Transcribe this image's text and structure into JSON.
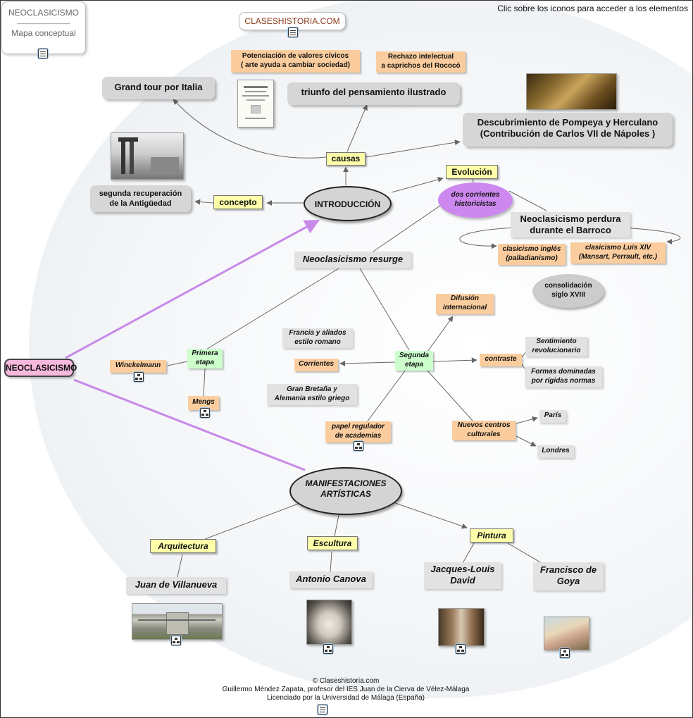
{
  "header": {
    "title_box": {
      "title": "NEOCLASICISMO",
      "divider": "_______________",
      "subtitle": "Mapa conceptual"
    },
    "site_label": "CLASESHISTORIA.COM",
    "instruction": "Clic sobre los iconos para acceder a los elementos"
  },
  "nodes": {
    "neoclasicismo": "NEOCLASICISMO",
    "introduccion": "INTRODUCCIÓN",
    "causas": "causas",
    "concepto": "concepto",
    "grand_tour": "Grand tour por Italia",
    "triunfo": "triunfo del pensamiento ilustrado",
    "pompeya_1": "Descubrimiento de Pompeya y Herculano",
    "pompeya_2": "(Contribución de Carlos VII de Nápoles )",
    "potenciacion_1": "Potenciación de valores cívicos",
    "potenciacion_2": "( arte  ayuda a cambiar sociedad)",
    "rechazo_1": "Rechazo intelectual",
    "rechazo_2": "a caprichos del Rococó",
    "segunda_recup_1": "segunda recuperación",
    "segunda_recup_2": "de la Antigüedad",
    "evolucion": "Evolución",
    "dos_corrientes_1": "dos corrientes",
    "dos_corrientes_2": "historicistas",
    "perdura_1": "Neoclasicismo perdura",
    "perdura_2": "durante el Barroco",
    "clasicismo_ingles_1": "clasicismo inglés",
    "clasicismo_ingles_2": "(palladianismo)",
    "clasicismo_luis_1": "clasicismo Luis XIV",
    "clasicismo_luis_2": "(Mansart, Perrault, etc.)",
    "consolidacion_1": "consolidación",
    "consolidacion_2": "siglo XVIII",
    "resurge": "Neoclasicismo resurge",
    "primera_1": "Primera",
    "primera_2": "etapa",
    "winckelmann": "Winckelmann",
    "mengs": "Mengs",
    "segunda_1": "Segunda",
    "segunda_2": "etapa",
    "difusion_1": "Difusión",
    "difusion_2": "internacional",
    "francia_1": "Francia y aliados",
    "francia_2": "estilo romano",
    "corrientes": "Corrientes",
    "gran_bretana_1": "Gran Bretaña y",
    "gran_bretana_2": "Alemania estilo griego",
    "contraste": "contraste",
    "sentimiento_1": "Sentimiento",
    "sentimiento_2": "revolucionario",
    "formas_1": "Formas dominadas",
    "formas_2": "por rígidas normas",
    "papel_1": "papel regulador",
    "papel_2": "de academias",
    "nuevos_1": "Nuevos centros",
    "nuevos_2": "culturales",
    "paris": "París",
    "londres": "Londres",
    "manifestaciones_1": "MANIFESTACIONES",
    "manifestaciones_2": "ARTÍSTICAS",
    "arquitectura": "Arquitectura",
    "escultura": "Escultura",
    "pintura": "Pintura",
    "villanueva": "Juan de Villanueva",
    "canova": "Antonio Canova",
    "david_1": "Jacques-Louis",
    "david_2": "David",
    "goya_1": "Francisco de",
    "goya_2": "Goya"
  },
  "footer": {
    "line1": "© Claseshistoria.com",
    "line2": "Guillermo Méndez Zapata, profesor del IES Juan de la Cierva de Vélez-Málaga",
    "line3": "Licenciado por la Universidad de Málaga (España)"
  },
  "colors": {
    "yellow_node": "#ffffaa",
    "orange_node": "#fbcd9e",
    "green_node": "#ccffcc",
    "grey_node": "#d6d6d6",
    "pink_node": "#f7b8dc",
    "purple_node": "#cc88ee",
    "purple_link": "#c88ae8",
    "link": "#666666"
  },
  "icons": [
    "document-icon",
    "concept-map-icon"
  ]
}
